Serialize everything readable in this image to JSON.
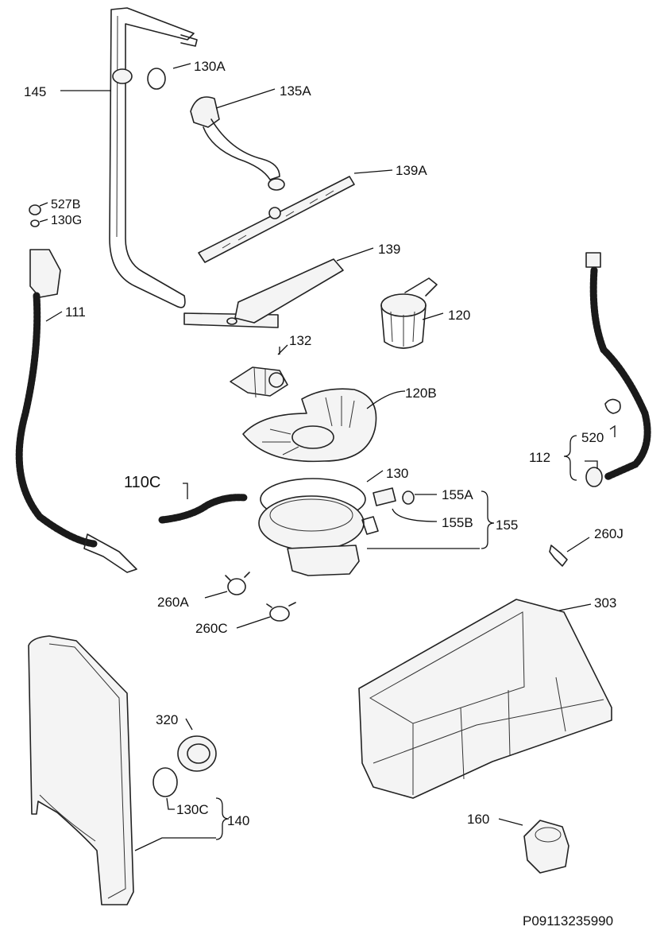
{
  "labels": {
    "l145": "145",
    "l130A": "130A",
    "l135A": "135A",
    "l139A": "139A",
    "l527B": "527B",
    "l130G": "130G",
    "l139": "139",
    "l111": "111",
    "l120": "120",
    "l132": "132",
    "l120B": "120B",
    "l520": "520",
    "l112": "112",
    "l110C": "110C",
    "l130": "130",
    "l155A": "155A",
    "l155B": "155B",
    "l155": "155",
    "l260J": "260J",
    "l260A": "260A",
    "l303": "303",
    "l260C": "260C",
    "l320": "320",
    "l130C": "130C",
    "l140": "140",
    "l160": "160"
  },
  "footer": {
    "code": "P09113235990"
  }
}
